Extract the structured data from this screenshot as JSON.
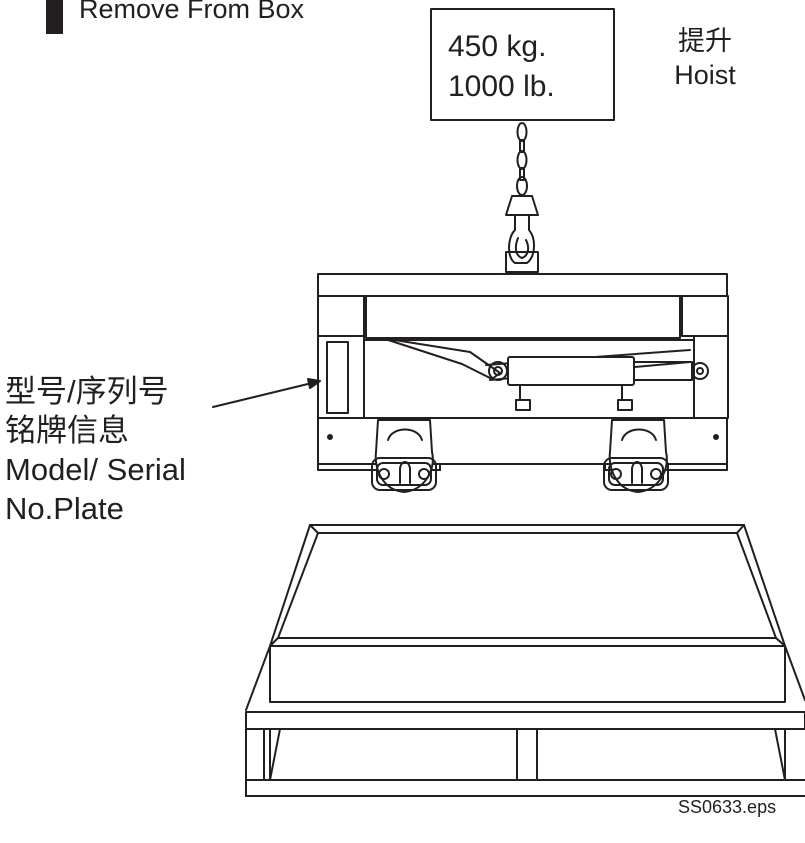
{
  "heading": "Remove From Box",
  "capacity_box": {
    "line1": "450 kg.",
    "line2": "1000 lb."
  },
  "hoist": {
    "cn": "提升",
    "en": "Hoist"
  },
  "plate_label": {
    "line1": "型号/序列号",
    "line2": "铭牌信息",
    "line3": "Model/ Serial",
    "line4": "No.Plate"
  },
  "file_name": "SS0633.eps"
}
